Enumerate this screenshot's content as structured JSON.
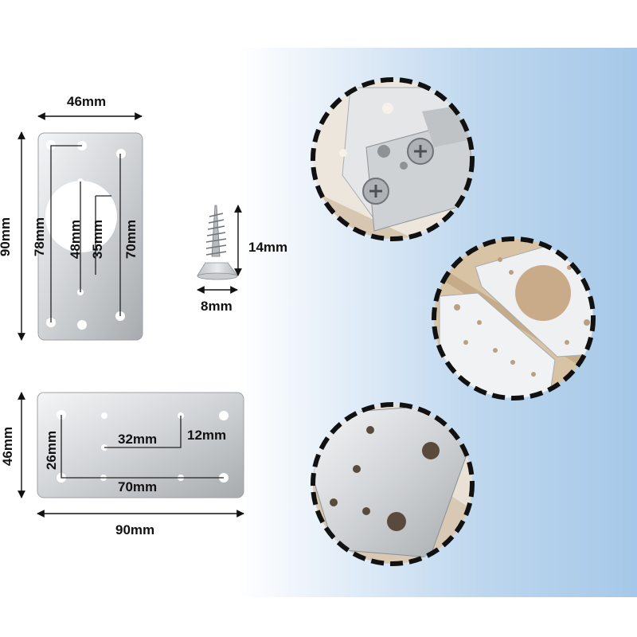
{
  "dimensions": {
    "vertical_plate": {
      "width_top": "46mm",
      "height_left": "90mm",
      "inner_78": "78mm",
      "inner_48": "48mm",
      "inner_35": "35mm",
      "inner_70": "70mm"
    },
    "screw": {
      "length": "14mm",
      "head": "8mm"
    },
    "horizontal_plate": {
      "height_left": "46mm",
      "inner_26": "26mm",
      "inner_32": "32mm",
      "inner_12": "12mm",
      "inner_70": "70mm",
      "width_bottom": "90mm"
    }
  },
  "colors": {
    "steel_light": "#e6e8ea",
    "steel_dark": "#a7abae",
    "background_blue": "#a8c9e8",
    "wood": "#d9c3a5"
  },
  "icons": [
    "screw-icon",
    "hinge-repair-photo",
    "plates-on-wood-photo",
    "plate-closeup-photo"
  ]
}
